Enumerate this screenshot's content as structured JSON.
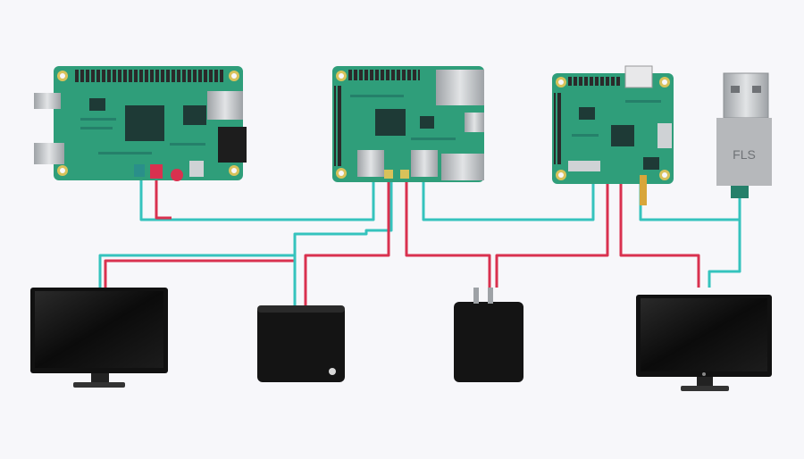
{
  "colors": {
    "background": "#f7f7fa",
    "pcb": "#2f9e7a",
    "pcb_dark": "#25806a",
    "pad_gold": "#d8c25a",
    "chip": "#1e3a36",
    "header_pins": "#2a2a2a",
    "port_metal": "#b9bcc0",
    "wire_cyan": "#35c3bd",
    "wire_red": "#d9314f",
    "device_black": "#141414",
    "usb_metal": "#c7c9cc"
  },
  "components": {
    "boards": [
      {
        "name": "board-1",
        "type": "single-board-computer"
      },
      {
        "name": "board-2",
        "type": "single-board-computer"
      },
      {
        "name": "board-3",
        "type": "single-board-computer"
      }
    ],
    "usb_stick": {
      "name": "usb-flash-drive"
    },
    "devices": [
      {
        "name": "monitor-left",
        "type": "monitor"
      },
      {
        "name": "black-box-1",
        "type": "hub"
      },
      {
        "name": "black-box-2",
        "type": "hub"
      },
      {
        "name": "monitor-right",
        "type": "monitor"
      }
    ]
  },
  "usb_stick_label": "FLS"
}
